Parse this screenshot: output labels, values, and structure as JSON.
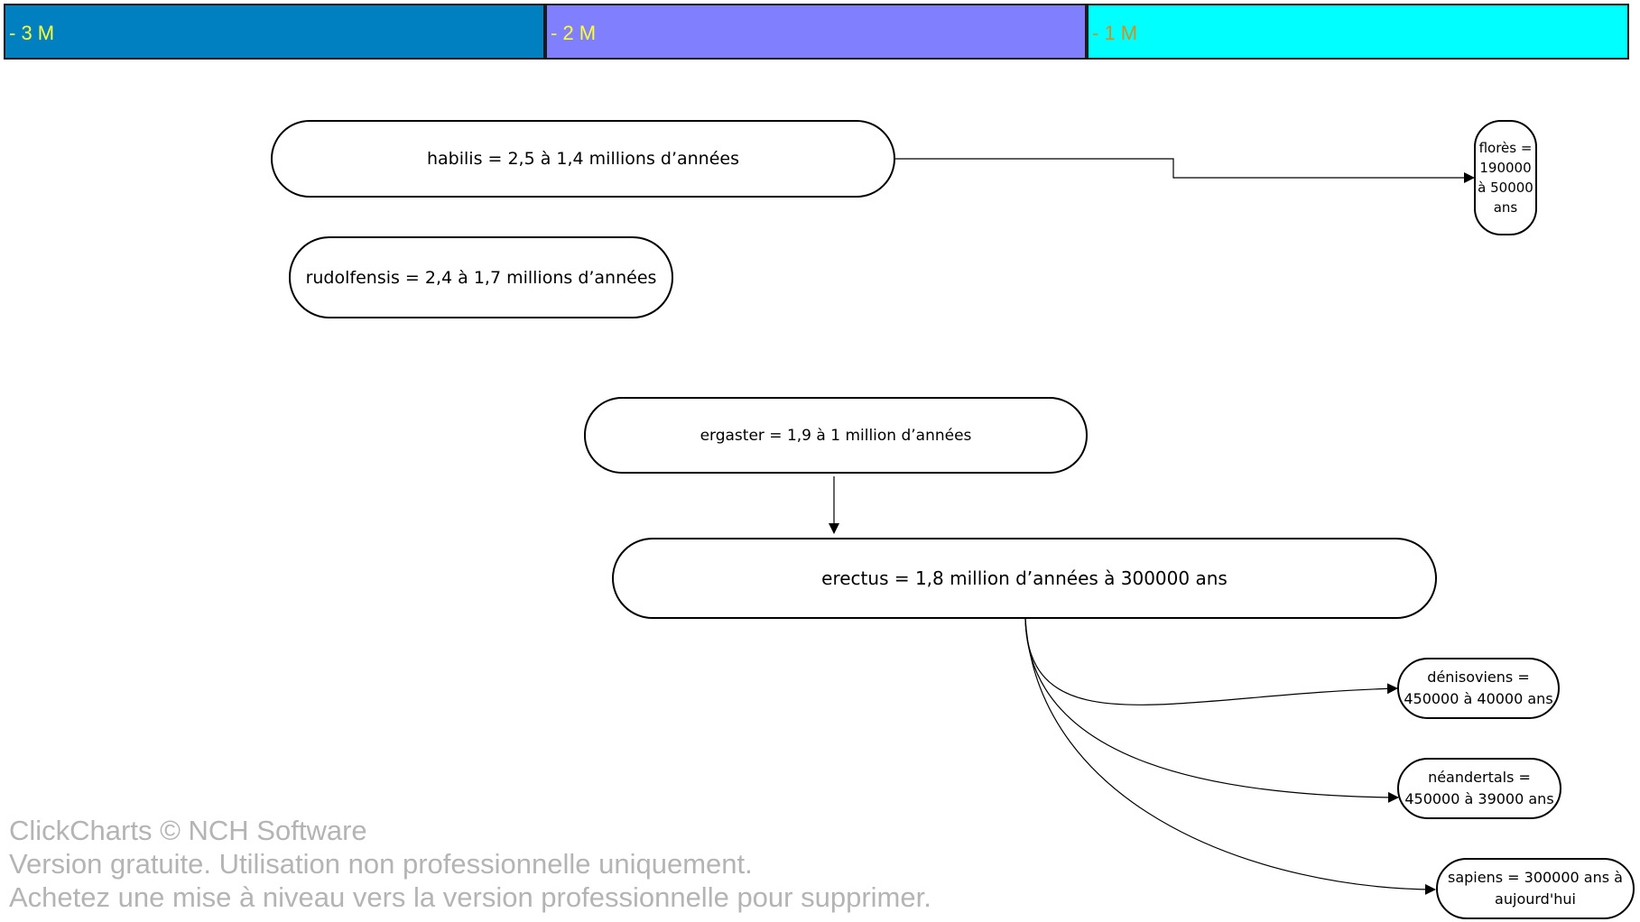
{
  "timeline": {
    "bands": [
      {
        "label": "- 3 M",
        "background": "#0080c0",
        "text_color": "#ffff33"
      },
      {
        "label": "- 2 M",
        "background": "#8080ff",
        "text_color": "#ffff33"
      },
      {
        "label": "- 1 M",
        "background": "#00ffff",
        "text_color": "#d09020"
      }
    ]
  },
  "nodes": {
    "habilis": {
      "label": "habilis = 2,5 à 1,4 millions d’années"
    },
    "rudolfensis": {
      "label": "rudolfensis = 2,4 à 1,7 millions d’années"
    },
    "flores": {
      "label": "florès = 190000 à 50000 ans"
    },
    "ergaster": {
      "label": "ergaster = 1,9 à 1 million d’années"
    },
    "erectus": {
      "label": "erectus = 1,8 million d’années à 300000 ans"
    },
    "denisoviens": {
      "label": "dénisoviens = 450000 à 40000 ans"
    },
    "neandertals": {
      "label": "néandertals = 450000 à 39000 ans"
    },
    "sapiens": {
      "label": "sapiens = 300000 ans à aujourd'hui"
    }
  },
  "edges": [
    {
      "from": "habilis",
      "to": "flores"
    },
    {
      "from": "ergaster",
      "to": "erectus"
    },
    {
      "from": "erectus",
      "to": "denisoviens"
    },
    {
      "from": "erectus",
      "to": "neandertals"
    },
    {
      "from": "erectus",
      "to": "sapiens"
    }
  ],
  "watermark": {
    "line1": "ClickCharts © NCH Software",
    "line2": "Version gratuite. Utilisation non professionnelle uniquement.",
    "line3": "Achetez une mise à niveau vers la version professionnelle pour supprimer."
  }
}
